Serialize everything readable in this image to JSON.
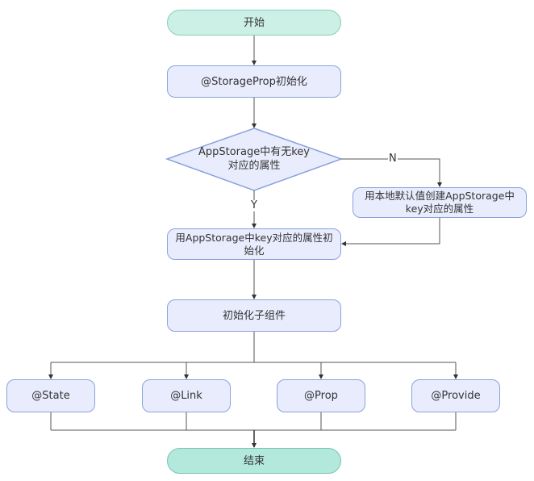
{
  "diagram": {
    "type": "flowchart",
    "nodes": {
      "start": "开始",
      "storage_prop_init": "@StorageProp初始化",
      "decision": "AppStorage中有无key对应的属性",
      "decision_line1": "AppStorage中有无key",
      "decision_line2": "对应的属性",
      "create_default": "用本地默认值创建AppStorage中key对应的属性",
      "create_default_line1": "用本地默认值创建AppStorage中",
      "create_default_line2": "key对应的属性",
      "init_from_storage": "用AppStorage中key对应的属性初始化",
      "init_from_storage_line1": "用AppStorage中key对应的属性初",
      "init_from_storage_line2": "始化",
      "init_children": "初始化子组件",
      "state": "@State",
      "link": "@Link",
      "prop": "@Prop",
      "provide": "@Provide",
      "end": "结束"
    },
    "edge_labels": {
      "no": "N",
      "yes": "Y"
    },
    "edges": [
      [
        "start",
        "storage_prop_init"
      ],
      [
        "storage_prop_init",
        "decision"
      ],
      [
        "decision",
        "create_default",
        "N"
      ],
      [
        "decision",
        "init_from_storage",
        "Y"
      ],
      [
        "create_default",
        "init_from_storage"
      ],
      [
        "init_from_storage",
        "init_children"
      ],
      [
        "init_children",
        "state"
      ],
      [
        "init_children",
        "link"
      ],
      [
        "init_children",
        "prop"
      ],
      [
        "init_children",
        "provide"
      ],
      [
        "state",
        "end"
      ],
      [
        "link",
        "end"
      ],
      [
        "prop",
        "end"
      ],
      [
        "provide",
        "end"
      ]
    ],
    "colors": {
      "terminal_fill": "#cdf0e6",
      "terminal_end_fill": "#b3e8dc",
      "terminal_border": "#86cdb9",
      "process_fill": "#e9ecfd",
      "process_border": "#8aa2dc",
      "edge": "#555555"
    }
  }
}
